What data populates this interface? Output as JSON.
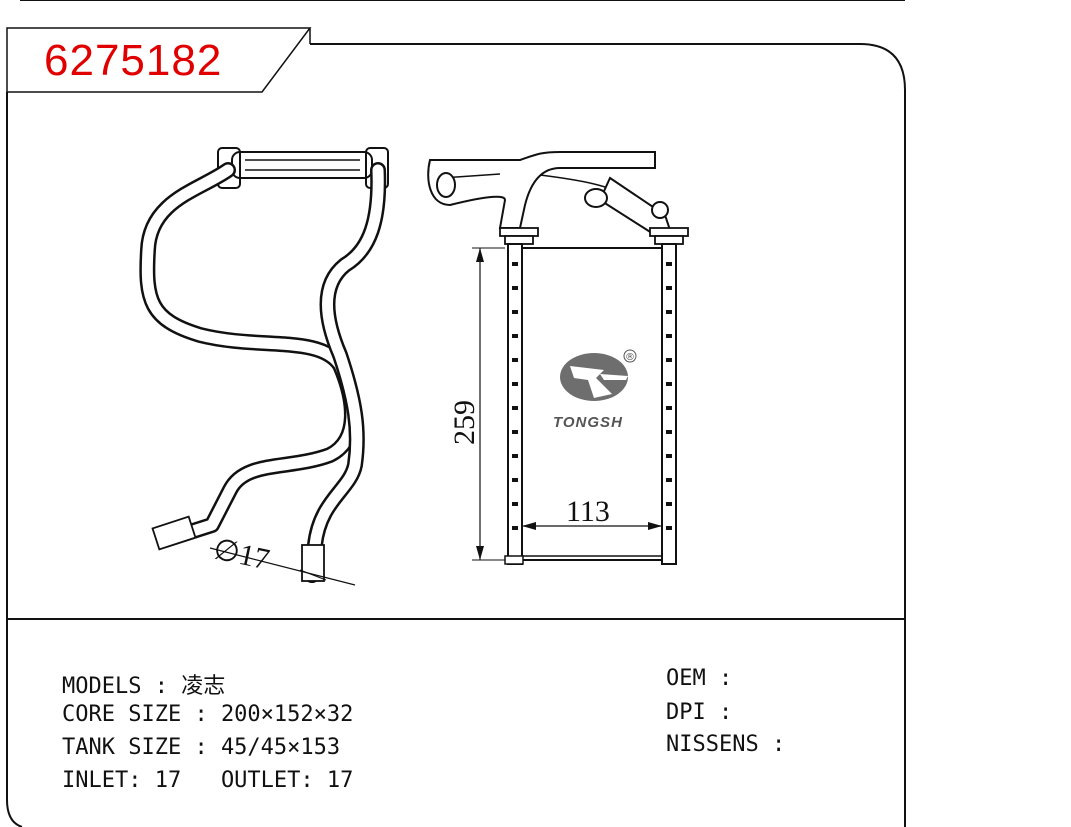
{
  "part_number": "6275182",
  "drawing": {
    "dim_height": "259",
    "dim_width": "113",
    "dim_diameter": "∅17",
    "logo_text": "TONGSH",
    "registered_mark": "®"
  },
  "specs": {
    "models": "MODELS : 凌志",
    "core_size": "CORE SIZE : 200×152×32",
    "tank_size": "TANK SIZE : 45/45×153",
    "inlet_outlet": "INLET: 17   OUTLET: 17",
    "oem": "OEM :",
    "dpi": "DPI :",
    "nissens": "NISSENS :"
  }
}
